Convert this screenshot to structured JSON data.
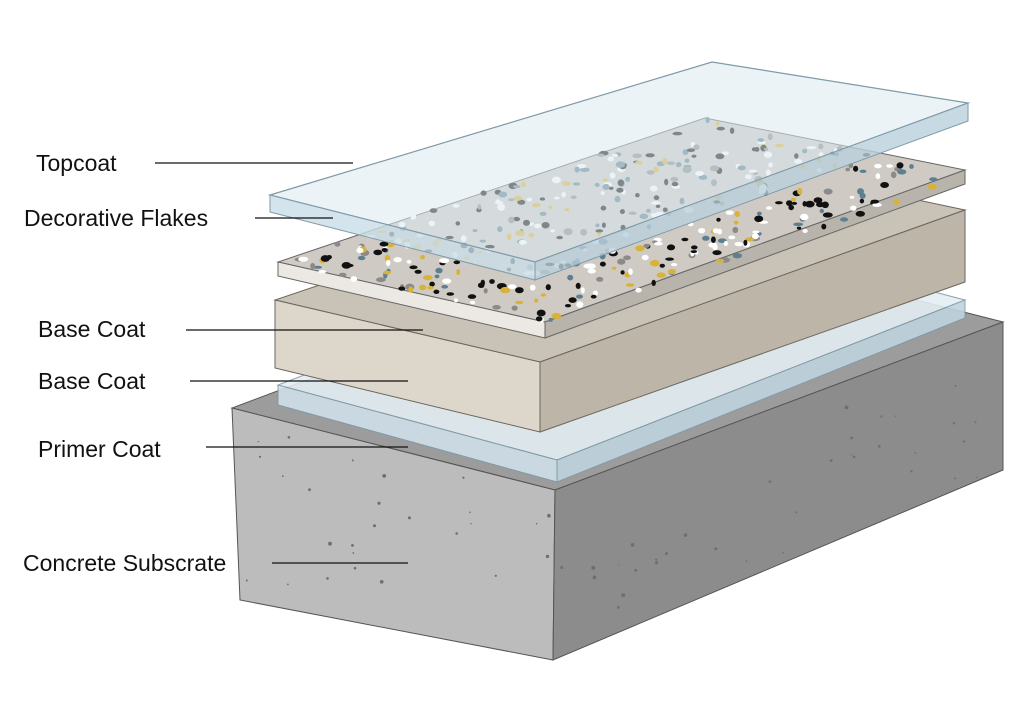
{
  "title": "Epoxy flake floor layer diagram",
  "labels": {
    "topcoat": "Topcoat",
    "flakes": "Decorative Flakes",
    "base1": "Base Coat",
    "base2": "Base Coat",
    "primer": "Primer Coat",
    "concrete": "Concrete Subscrate"
  },
  "colors": {
    "glass": "#d6e6ee",
    "base": "#ddd6ca",
    "flake_bg": "#cfcbc4",
    "concrete_front": "#b9b9b9",
    "concrete_side": "#8f8f8f",
    "concrete_top": "#9e9e9e"
  }
}
